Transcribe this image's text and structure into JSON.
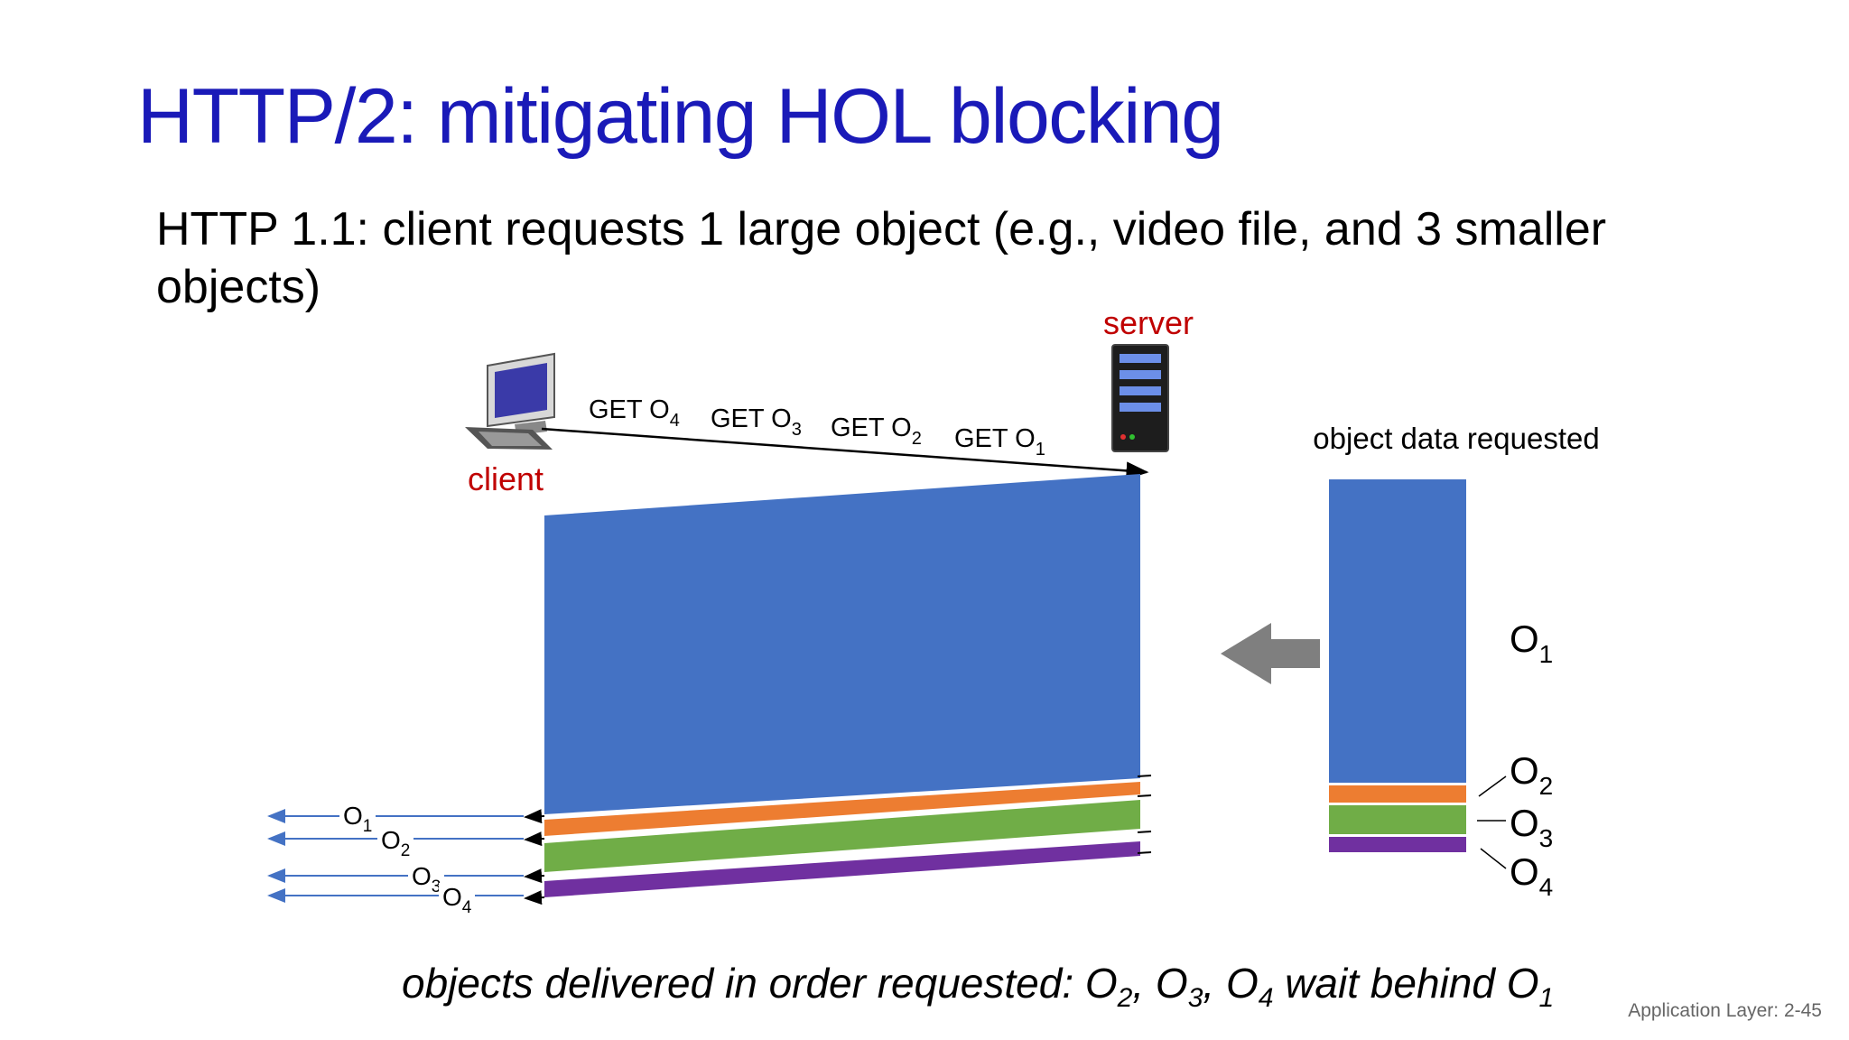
{
  "title": "HTTP/2: mitigating HOL blocking",
  "subtitle": "HTTP 1.1: client requests 1 large object (e.g., video file, and 3 smaller objects)",
  "diagram": {
    "server_label": "server",
    "client_label": "client",
    "requests": [
      {
        "get": "GET O",
        "sub": "4"
      },
      {
        "get": "GET O",
        "sub": "3"
      },
      {
        "get": "GET O",
        "sub": "2"
      },
      {
        "get": "GET O",
        "sub": "1"
      }
    ],
    "stack_title": "object data requested",
    "objects": [
      {
        "base": "O",
        "sub": "1",
        "color": "#4472c4"
      },
      {
        "base": "O",
        "sub": "2",
        "color": "#ed7d31"
      },
      {
        "base": "O",
        "sub": "3",
        "color": "#70ad47"
      },
      {
        "base": "O",
        "sub": "4",
        "color": "#7030a0"
      }
    ],
    "delivered": [
      {
        "base": "O",
        "sub": "1"
      },
      {
        "base": "O",
        "sub": "2"
      },
      {
        "base": "O",
        "sub": "3"
      },
      {
        "base": "O",
        "sub": "4"
      }
    ],
    "arrow_color": "#7f7f7f",
    "response_arrow_color": "#4472c4"
  },
  "footer": {
    "text1": "objects delivered in order requested: O",
    "sub2": "2",
    "text2": ", O",
    "sub3": "3",
    "text3": ", O",
    "sub4": "4",
    "text4": " wait behind O",
    "sub1": "1"
  },
  "slide_number": "Application Layer: 2-45"
}
